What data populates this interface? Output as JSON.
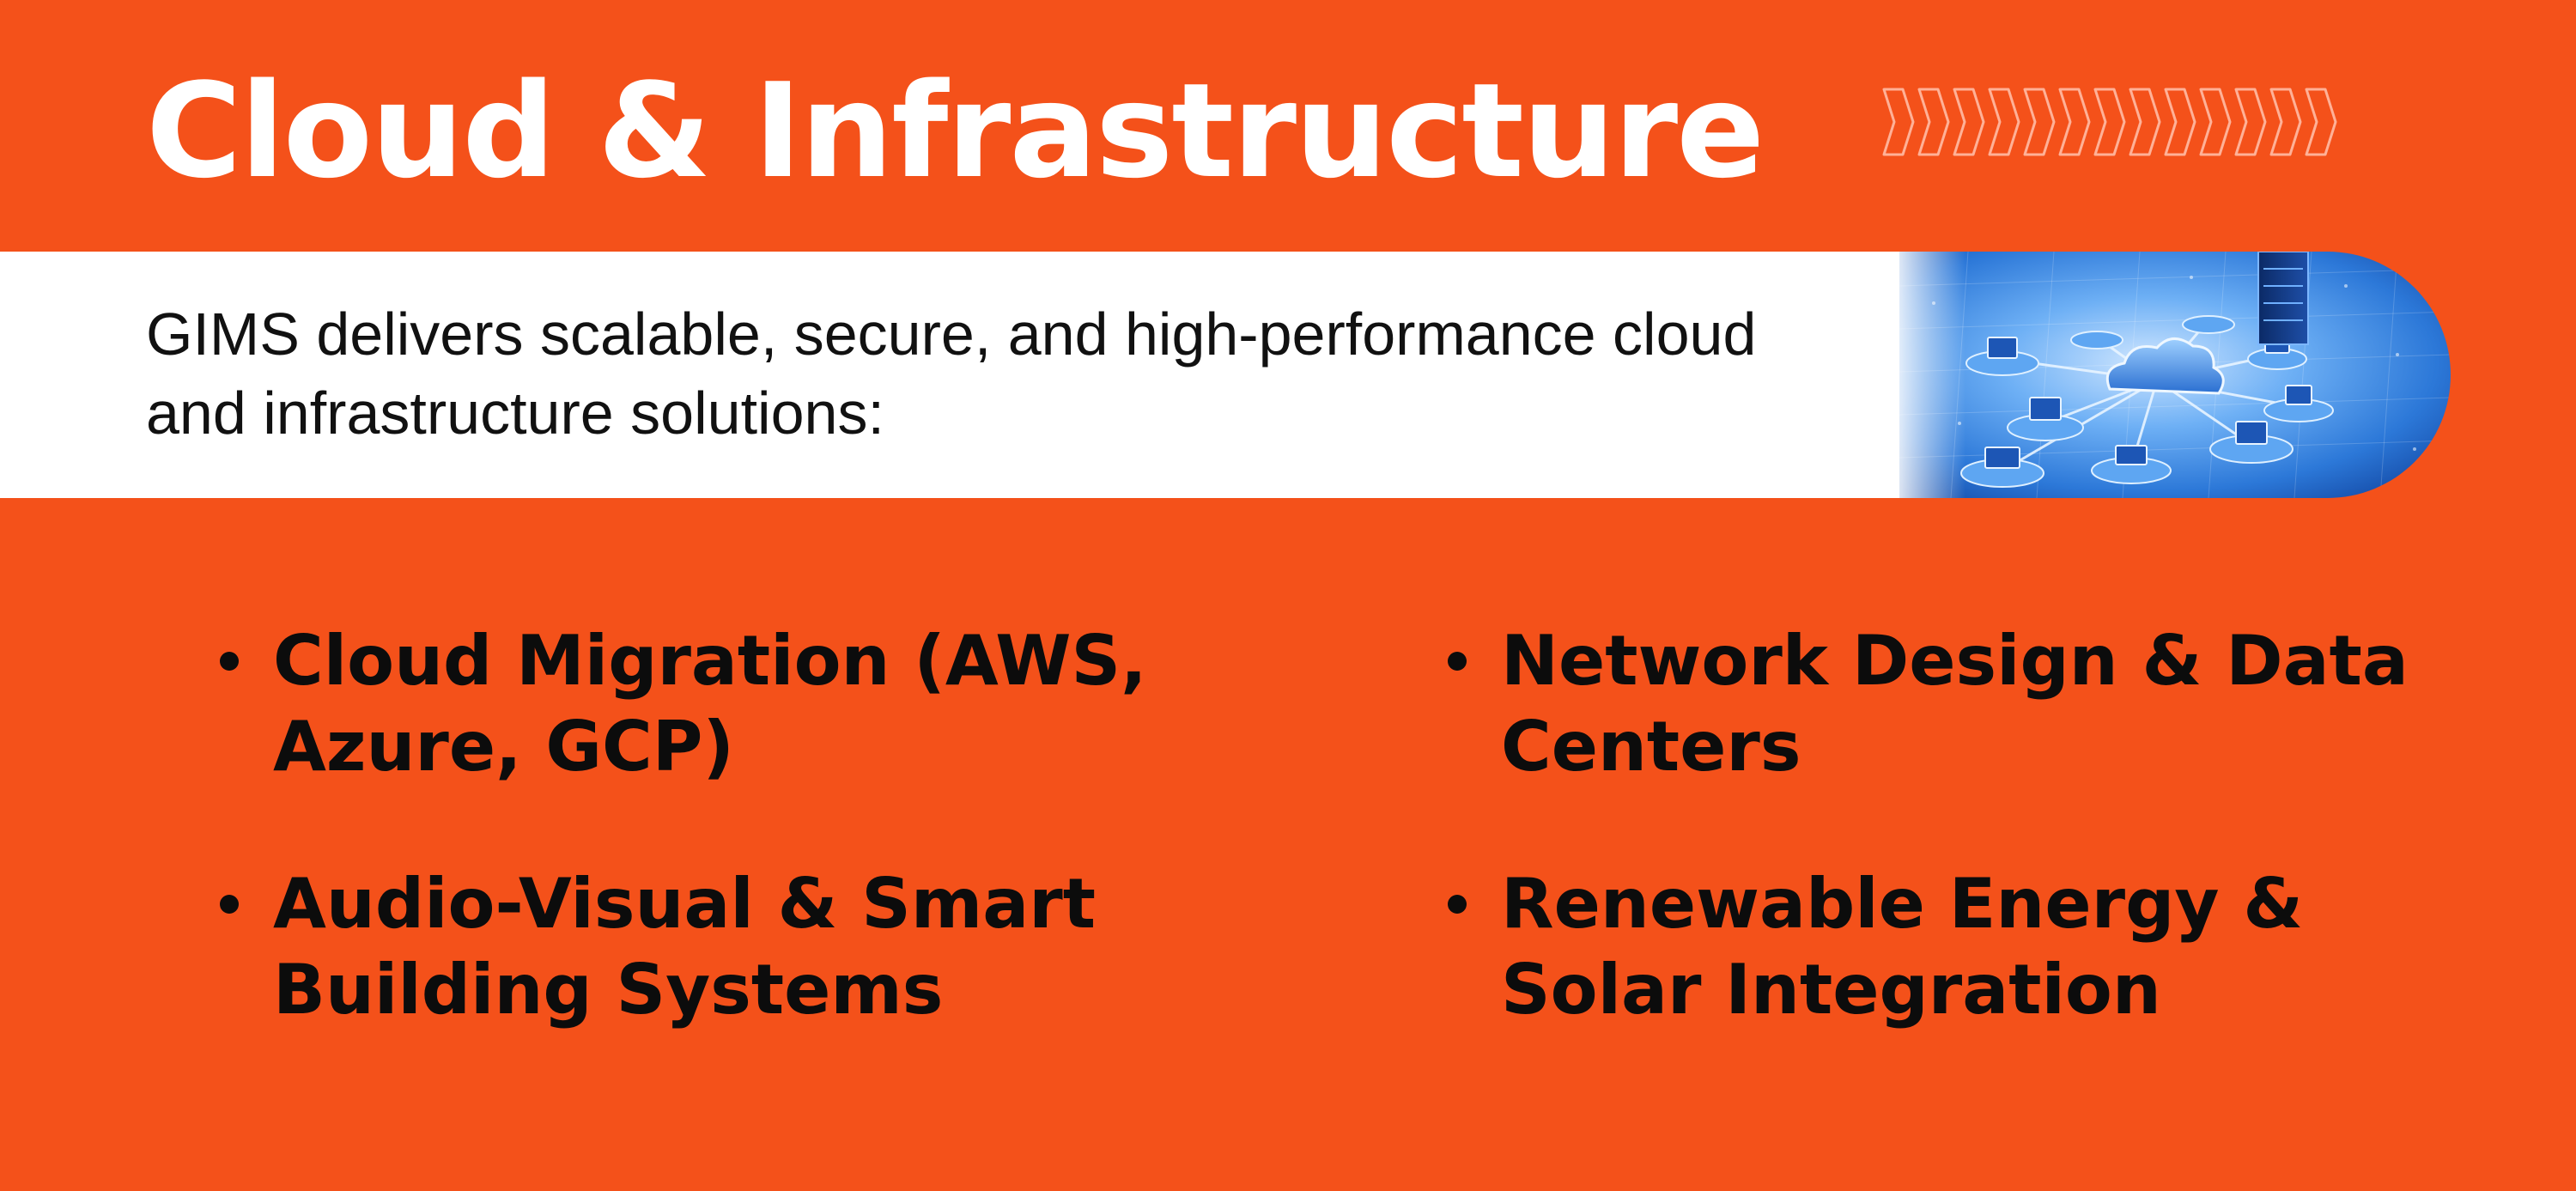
{
  "slide": {
    "title": "Cloud & Infrastructure",
    "intro_line_1": "GIMS delivers scalable, secure, and high-performance cloud",
    "intro_line_2": "and infrastructure solutions:",
    "bullets": [
      {
        "line_1": "Cloud Migration (AWS,",
        "line_2": "Azure, GCP)"
      },
      {
        "line_1": "Network Design & Data",
        "line_2": "Centers"
      },
      {
        "line_1": "Audio-Visual & Smart",
        "line_2": "Building Systems"
      },
      {
        "line_1": "Renewable Energy &",
        "line_2": "Solar Integration"
      }
    ],
    "decoration": {
      "chevron_icon": "chevron-right-outline-icon",
      "chevron_count": 13,
      "image_subject": "cloud-network-illustration"
    },
    "colors": {
      "background": "#f4511a",
      "band": "#ffffff",
      "title": "#ffffff",
      "body_text": "#111111",
      "bullet_text": "#0c0c0c",
      "image_blue": "#2d7fe0"
    }
  }
}
